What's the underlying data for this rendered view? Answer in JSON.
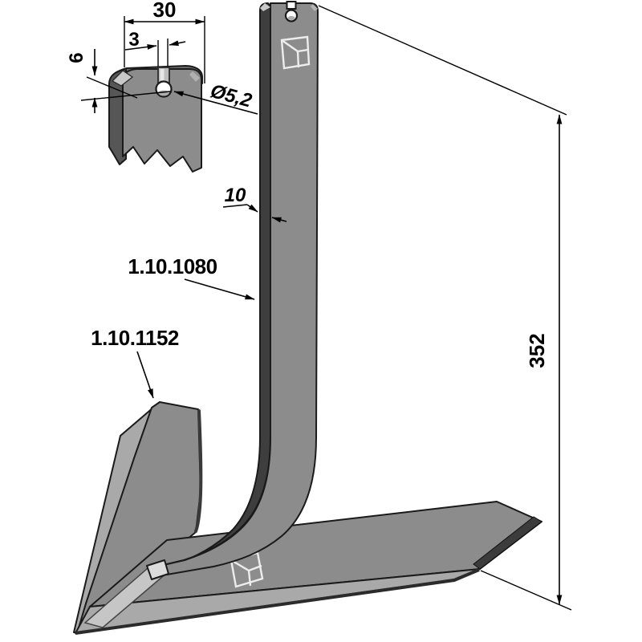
{
  "page": {
    "background": "#ffffff"
  },
  "drawing": {
    "colors": {
      "face": "#8c8c8c",
      "face_top_band": "#6c6c6c",
      "side_dark": "#565656",
      "edge_dark": "#3e3e3e",
      "bevel_light": "#a9a9a9",
      "valley_light": "#c6c6c6",
      "end_cap": "#dcdcdc",
      "highlight": "#c9c9c9",
      "outline": "#1a1a1a",
      "logo_stroke": "#ededed"
    },
    "detail_view": {
      "width_dim": "30",
      "slot_width_dim": "3",
      "step_depth_dim": "6",
      "hole_diameter_dim": "Ø5,2"
    },
    "main_view": {
      "thickness_dim": "10",
      "overall_length_dim": "352",
      "shank_part_number": "1.10.1080",
      "sweep_part_number": "1.10.1152"
    }
  }
}
